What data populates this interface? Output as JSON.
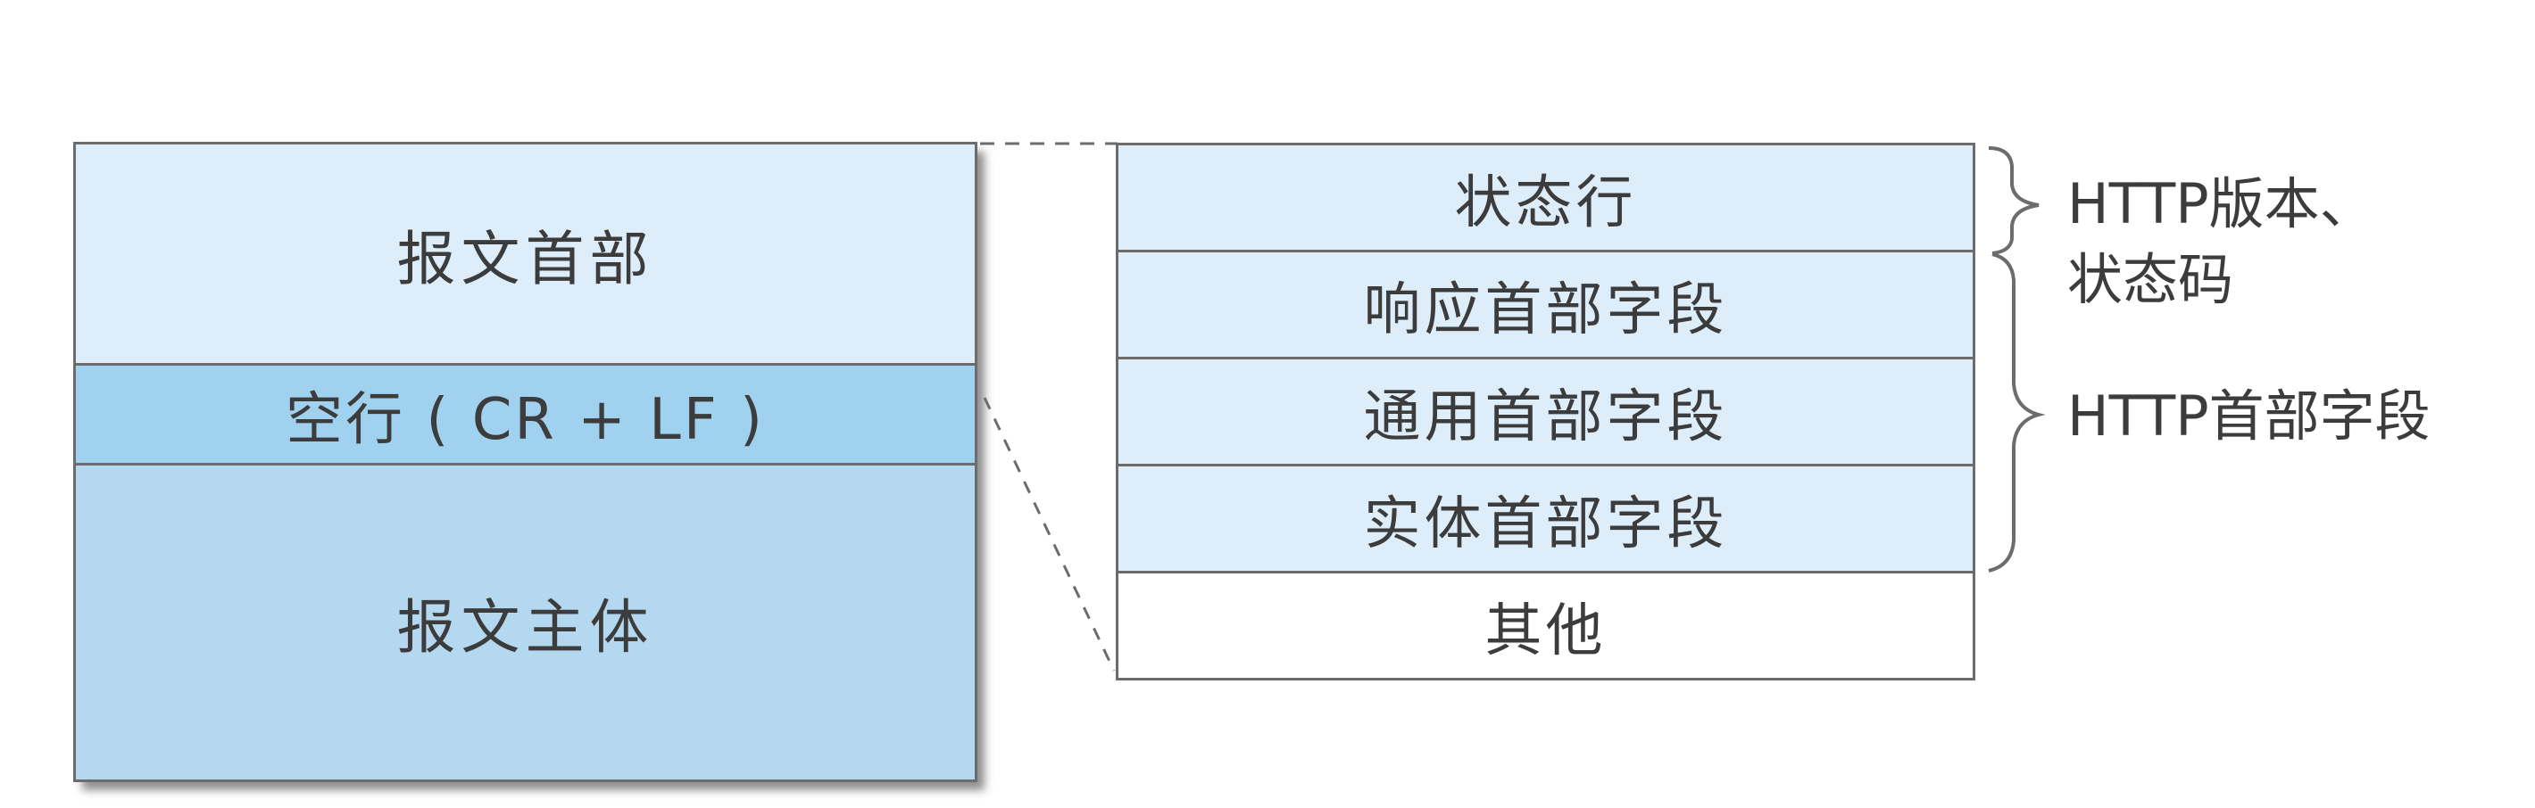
{
  "message": {
    "header_label": "报文首部",
    "blank_line_label": "空行 ( CR + LF )",
    "body_label": "报文主体"
  },
  "header_fields": [
    {
      "label": "状态行"
    },
    {
      "label": "响应首部字段"
    },
    {
      "label": "通用首部字段"
    },
    {
      "label": "实体首部字段"
    },
    {
      "label": "其他"
    }
  ],
  "annotations": {
    "status_line_note_line1": "HTTP版本、",
    "status_line_note_line2": "状态码",
    "header_fields_note": "HTTP首部字段"
  },
  "colors": {
    "header_fill": "#ddeefa",
    "blank_fill": "#a0d1ee",
    "body_fill": "#b4d8f0",
    "border": "#6c6c6c"
  }
}
